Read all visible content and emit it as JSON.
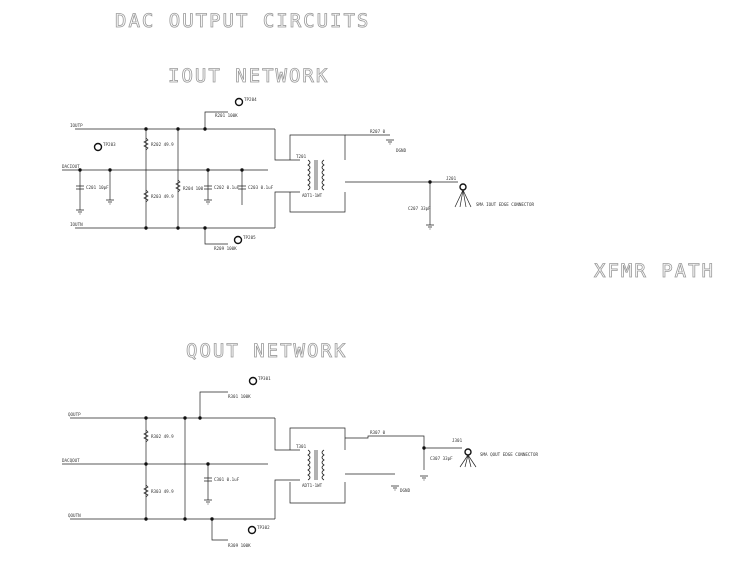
{
  "titles": {
    "main": "DAC OUTPUT CIRCUITS",
    "iout": "IOUT NETWORK",
    "qout": "QOUT NETWORK",
    "xfmr": "XFMR PATH"
  },
  "iout_labels": {
    "net_top": "IOUTP",
    "net_mid": "DACIOUT",
    "net_bot": "IOUTN",
    "tp_left": "TP203",
    "tp_top": "TP204",
    "tp_bot": "TP205",
    "r_top": "R201  100K",
    "r_bot": "R209  100K",
    "r_a": "R202  49.9",
    "r_b": "R203  49.9",
    "r_c": "R204  100",
    "c_a": "C201  10pF",
    "c_b": "C202  0.1uF",
    "c_c": "C203  0.1uF",
    "xfmr": "T201",
    "xfmr_part": "ADT1-1WT",
    "r_out": "R207  0",
    "c_out": "C207  33pF",
    "conn": "J201",
    "conn_desc": "SMA  IOUT  EDGE CONNECTOR",
    "gnd": "DGND"
  },
  "qout_labels": {
    "net_top": "QOUTP",
    "net_mid": "DACQOUT",
    "net_bot": "QOUTN",
    "tp_top": "TP301",
    "tp_bot": "TP302",
    "r_top": "R301  100K",
    "r_bot": "R309  100K",
    "r_a": "R302  49.9",
    "r_b": "R303  49.9",
    "c_a": "C301  0.1uF",
    "xfmr": "T301",
    "xfmr_part": "ADT1-1WT",
    "r_out": "R307  0",
    "c_out": "C307  33pF",
    "conn": "J301",
    "conn_desc": "SMA  QOUT  EDGE CONNECTOR",
    "gnd": "DGND"
  }
}
